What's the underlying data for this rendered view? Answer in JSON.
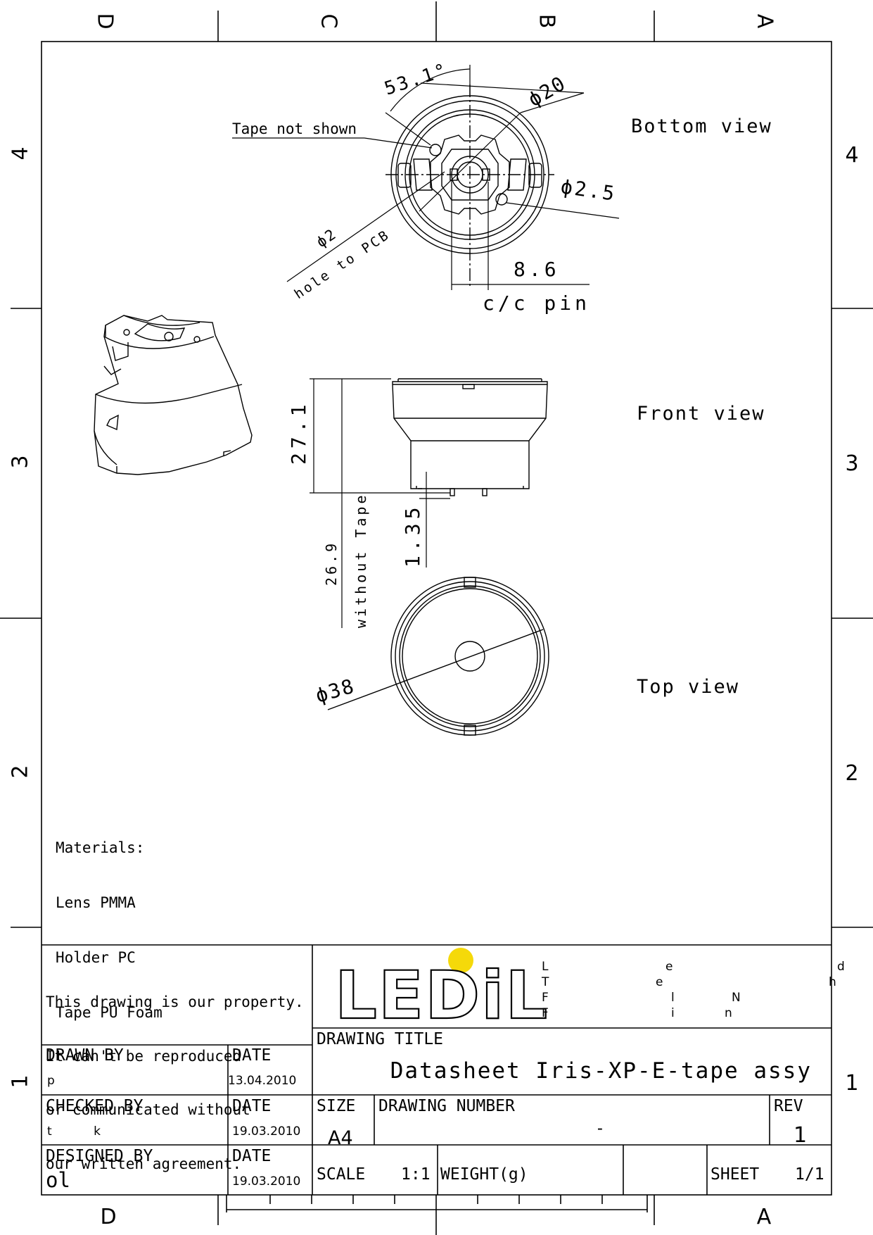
{
  "zones": {
    "columns": [
      "D",
      "C",
      "B",
      "A"
    ],
    "bottom_columns": [
      "D",
      "A"
    ],
    "rows": [
      "4",
      "3",
      "2",
      "1"
    ]
  },
  "views": {
    "bottom": "Bottom view",
    "front": "Front view",
    "top": "Top view"
  },
  "dimensions": {
    "angle": "53.1°",
    "dia20": "ϕ20",
    "dia2_5": "ϕ2.5",
    "tape_note": "Tape not shown",
    "dia2": "ϕ2",
    "hole_pcb": "hole to PCB",
    "pin_dist": "8.6",
    "cc_pin": "c/c pin",
    "height": "27.1",
    "pin_len": "1.35",
    "height_no_tape": "26.9",
    "without_tape": "without Tape",
    "dia38": "ϕ38"
  },
  "materials": {
    "heading": "Materials:",
    "lines": [
      "Lens PMMA",
      "Holder PC",
      "Tape PU Foam"
    ]
  },
  "title_block": {
    "property_notice": [
      "This drawing is our property.",
      "It can't be reproduced",
      "or communicated without",
      "our written agreement."
    ],
    "logo_text": "LEDiL",
    "company_fragments": {
      "col1": [
        "L",
        "T",
        "F",
        "F"
      ],
      "col2": [
        "e",
        "e",
        "l",
        "i"
      ],
      "col3": [
        "N",
        "n"
      ],
      "col4": [
        "d",
        "h"
      ]
    },
    "drawing_title_label": "DRAWING TITLE",
    "drawing_title": "Datasheet Iris-XP-E-tape assy",
    "drawn_by_label": "DRAWN BY",
    "drawn_by": "p",
    "drawn_date_label": "DATE",
    "drawn_date": "13.04.2010",
    "checked_by_label": "CHECKED BY",
    "checked_by": "t           k",
    "checked_date_label": "DATE",
    "checked_date": "19.03.2010",
    "designed_by_label": "DESIGNED BY",
    "designed_by": "ol",
    "designed_date_label": "DATE",
    "designed_date": "19.03.2010",
    "size_label": "SIZE",
    "size": "A4",
    "drawing_number_label": "DRAWING NUMBER",
    "drawing_number": "-",
    "rev_label": "REV",
    "rev": "1",
    "scale_label": "SCALE",
    "scale": "1:1",
    "weight_label": "WEIGHT(g)",
    "weight": "",
    "sheet_label": "SHEET",
    "sheet": "1/1"
  },
  "colors": {
    "line": "#000000",
    "logo_dot": "#f5d90a"
  }
}
